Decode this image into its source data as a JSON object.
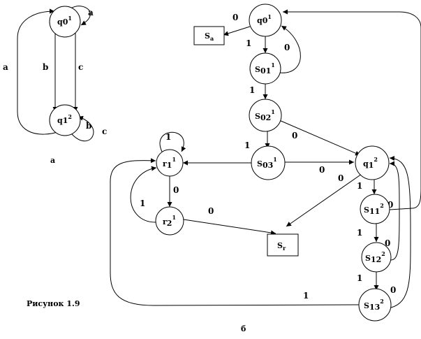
{
  "captions": {
    "figure": "Рисунок 1.9",
    "part_a": "а",
    "part_b": "б"
  },
  "diagram_a": {
    "states": [
      {
        "id": "q0_1",
        "base": "q",
        "sub": "0",
        "sup": "1"
      },
      {
        "id": "q1_2",
        "base": "q",
        "sub": "1",
        "sup": "2"
      }
    ],
    "edge_labels": {
      "q0_self": "a",
      "q0_to_q1_b": "b",
      "q0_to_q1_c": "c",
      "q1_to_q0": "a",
      "q1_self_b": "b",
      "q1_self_c": "c"
    }
  },
  "diagram_b": {
    "states": [
      {
        "id": "q0_1",
        "base": "q",
        "sub": "0",
        "sup": "1"
      },
      {
        "id": "s01_1",
        "base": "S",
        "sub": "01",
        "sup": "1"
      },
      {
        "id": "s02_1",
        "base": "S",
        "sub": "02",
        "sup": "1"
      },
      {
        "id": "s03_1",
        "base": "S",
        "sub": "03",
        "sup": "1"
      },
      {
        "id": "r1_1",
        "base": "r",
        "sub": "1",
        "sup": "1"
      },
      {
        "id": "r2_1",
        "base": "r",
        "sub": "2",
        "sup": "1"
      },
      {
        "id": "q1_2",
        "base": "q",
        "sub": "1",
        "sup": "2"
      },
      {
        "id": "s11_2",
        "base": "S",
        "sub": "11",
        "sup": "2"
      },
      {
        "id": "s12_2",
        "base": "S",
        "sub": "12",
        "sup": "2"
      },
      {
        "id": "s13_2",
        "base": "S",
        "sub": "13",
        "sup": "2"
      }
    ],
    "boxes": [
      {
        "id": "sa",
        "base": "S",
        "sub": "a"
      },
      {
        "id": "sr",
        "base": "S",
        "sub": "r"
      }
    ],
    "edge_labels": {
      "q0_to_sa": "0",
      "q0_to_s01": "1",
      "s01_to_q0": "0",
      "s01_to_s02": "1",
      "s02_to_s03": "1",
      "s02_to_q1": "0",
      "s03_to_q1": "0",
      "r1_self": "1",
      "r1_to_r2": "0",
      "r2_to_r1": "1",
      "r2_to_sr": "0",
      "q1_to_sr": "0",
      "q1_to_s11": "1",
      "s11_to_q0": "0",
      "s11_to_s12": "1",
      "s12_to_q1": "0",
      "s12_to_s13": "1",
      "s13_to_q1": "0",
      "s13_to_r1": "1"
    }
  }
}
